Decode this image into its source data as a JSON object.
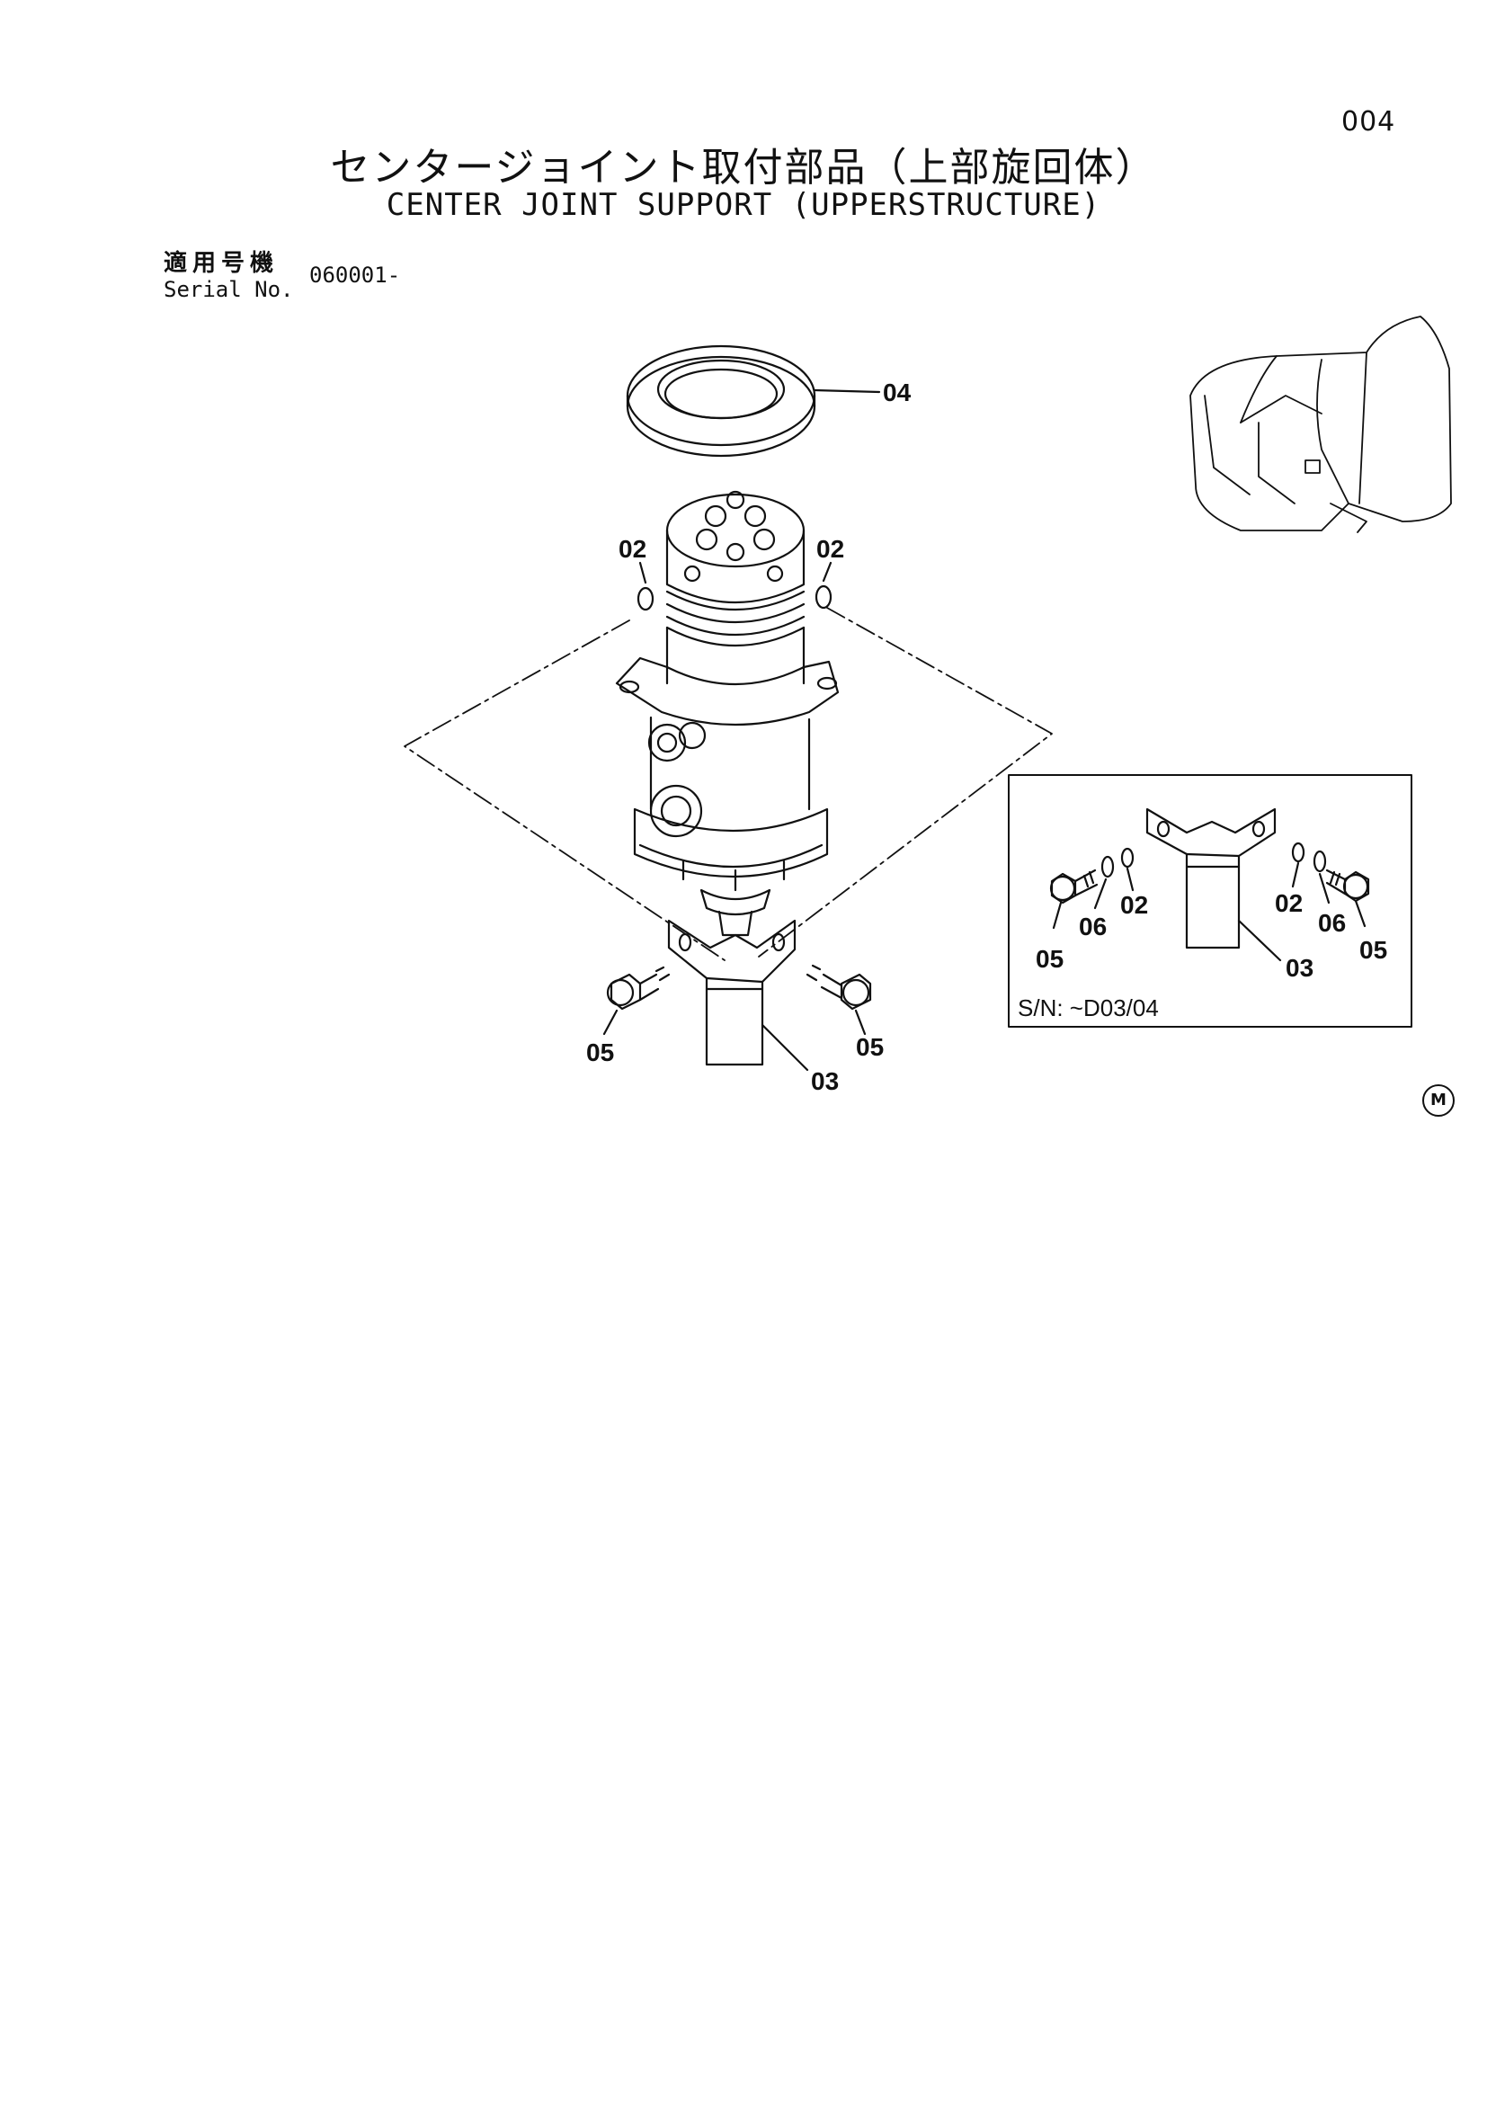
{
  "page": {
    "number": "004",
    "title_jp": "センタージョイント取付部品（上部旋回体）",
    "title_en": "CENTER JOINT SUPPORT (UPPERSTRUCTURE)"
  },
  "serial": {
    "label_jp": "適用号機",
    "label_en": "Serial No.",
    "value": "060001-"
  },
  "callouts": {
    "seal": "04",
    "oring_left": "02",
    "oring_right": "02",
    "bolt_left": "05",
    "bolt_right": "05",
    "bracket": "03"
  },
  "inset": {
    "serial_note": "S/N: ~D03/04",
    "bolt_left": "05",
    "washer_left": "06",
    "oring_left": "02",
    "oring_right": "02",
    "washer_right": "06",
    "bolt_right": "05",
    "bracket": "03"
  },
  "mark": "M"
}
